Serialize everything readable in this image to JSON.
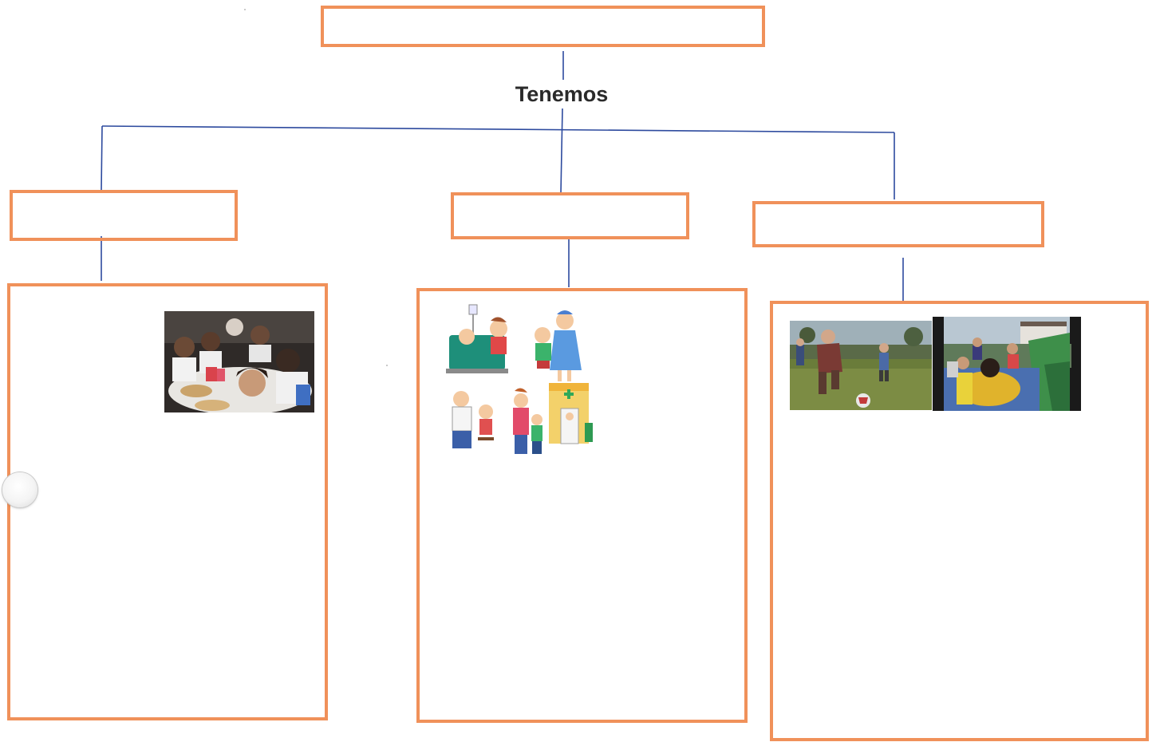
{
  "diagram": {
    "connector_word": "Tenemos",
    "colors": {
      "box_border": "#f0915a",
      "connector_line": "#2d4a9e",
      "text": "#2a2a2a"
    },
    "boxes": {
      "top_title": "",
      "label_left": "",
      "label_center": "",
      "label_right": "",
      "content_left": "",
      "content_center": "",
      "content_right": ""
    },
    "images": [
      "children-eating-photo",
      "health-care-clipart",
      "children-playing-soccer-photo",
      "children-on-bouncy-castle-photo"
    ]
  }
}
